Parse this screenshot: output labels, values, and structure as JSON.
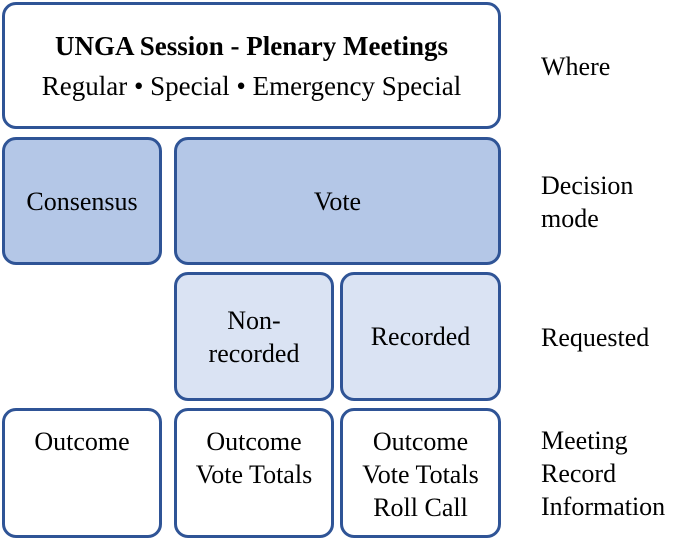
{
  "where_box": {
    "title": "UNGA Session - Plenary Meetings",
    "subtitle": "Regular • Special • Emergency Special"
  },
  "decision_mode": {
    "consensus": "Consensus",
    "vote": "Vote"
  },
  "requested": {
    "non_recorded_line1": "Non-",
    "non_recorded_line2": "recorded",
    "recorded": "Recorded"
  },
  "record_info": {
    "consensus": [
      "Outcome"
    ],
    "non_recorded": [
      "Outcome",
      "Vote Totals"
    ],
    "recorded": [
      "Outcome",
      "Vote Totals",
      "Roll Call"
    ]
  },
  "row_labels": {
    "where": "Where",
    "decision_mode": [
      "Decision",
      "mode"
    ],
    "requested": "Requested",
    "meeting_record": [
      "Meeting",
      "Record",
      "Information"
    ]
  },
  "colors": {
    "border": "#2f5496",
    "vote_fill": "#b4c7e7",
    "requested_fill": "#dae3f3",
    "plain_fill": "#ffffff"
  }
}
